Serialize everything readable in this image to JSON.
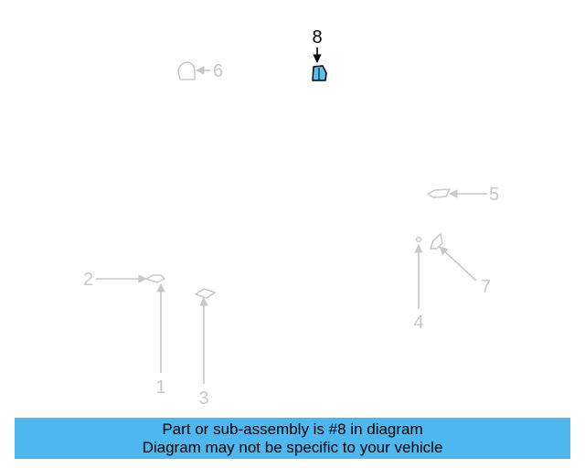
{
  "highlight_color": "#4db8f0",
  "part_highlight_color": "#5bc0eb",
  "callouts": {
    "c1": "1",
    "c2": "2",
    "c3": "3",
    "c4": "4",
    "c5": "5",
    "c6": "6",
    "c7": "7",
    "c8": "8"
  },
  "highlighted_part": "8",
  "banner": {
    "line1": "Part or sub-assembly is #8 in diagram",
    "line2": "Diagram may not be specific to your vehicle"
  }
}
